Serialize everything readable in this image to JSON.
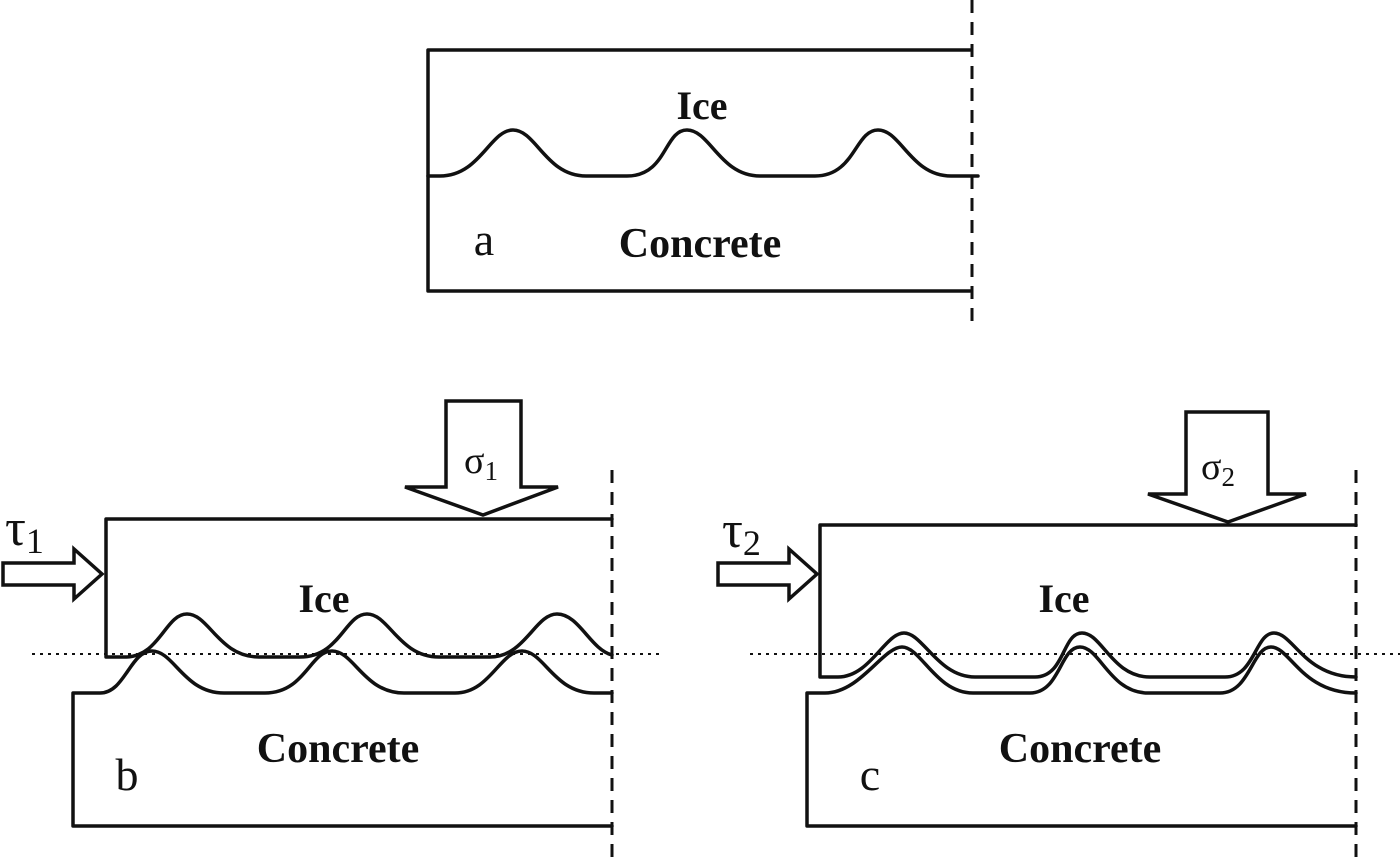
{
  "panel_a": {
    "ice_label": "Ice",
    "concrete_label": "Concrete",
    "tag": "a"
  },
  "panel_b": {
    "ice_label": "Ice",
    "concrete_label": "Concrete",
    "tag": "b",
    "shear": "τ",
    "shear_sub": "1",
    "normal": "σ",
    "normal_sub": "1"
  },
  "panel_c": {
    "ice_label": "Ice",
    "concrete_label": "Concrete",
    "tag": "c",
    "shear": "τ",
    "shear_sub": "2",
    "normal": "σ",
    "normal_sub": "2"
  }
}
